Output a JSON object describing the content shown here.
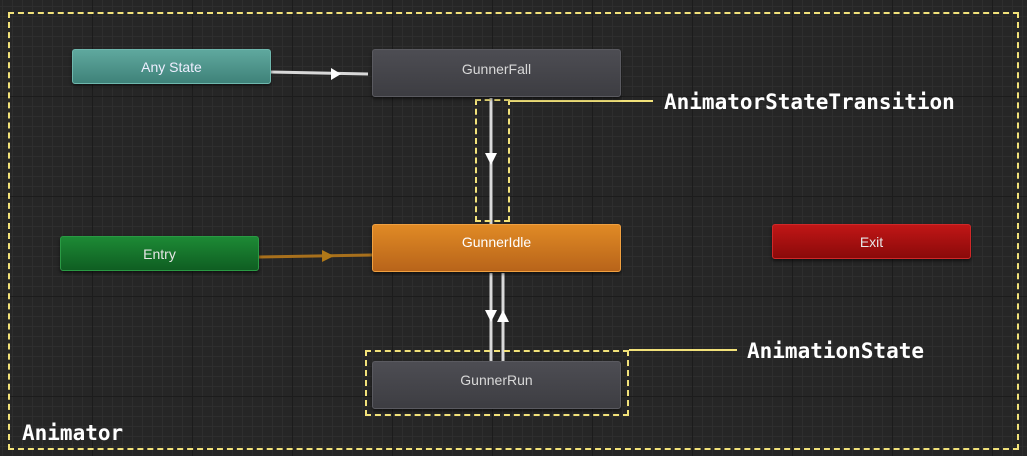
{
  "nodes": {
    "any_state": "Any State",
    "gunner_fall": "GunnerFall",
    "entry": "Entry",
    "gunner_idle": "GunnerIdle",
    "exit": "Exit",
    "gunner_run": "GunnerRun"
  },
  "annotations": {
    "transition": "AnimatorStateTransition",
    "state": "AnimationState",
    "animator": "Animator"
  },
  "colors": {
    "highlight_dashed": "#f2e27a",
    "transition_line": "#d9d9d9",
    "entry_transition": "#a8701c"
  }
}
